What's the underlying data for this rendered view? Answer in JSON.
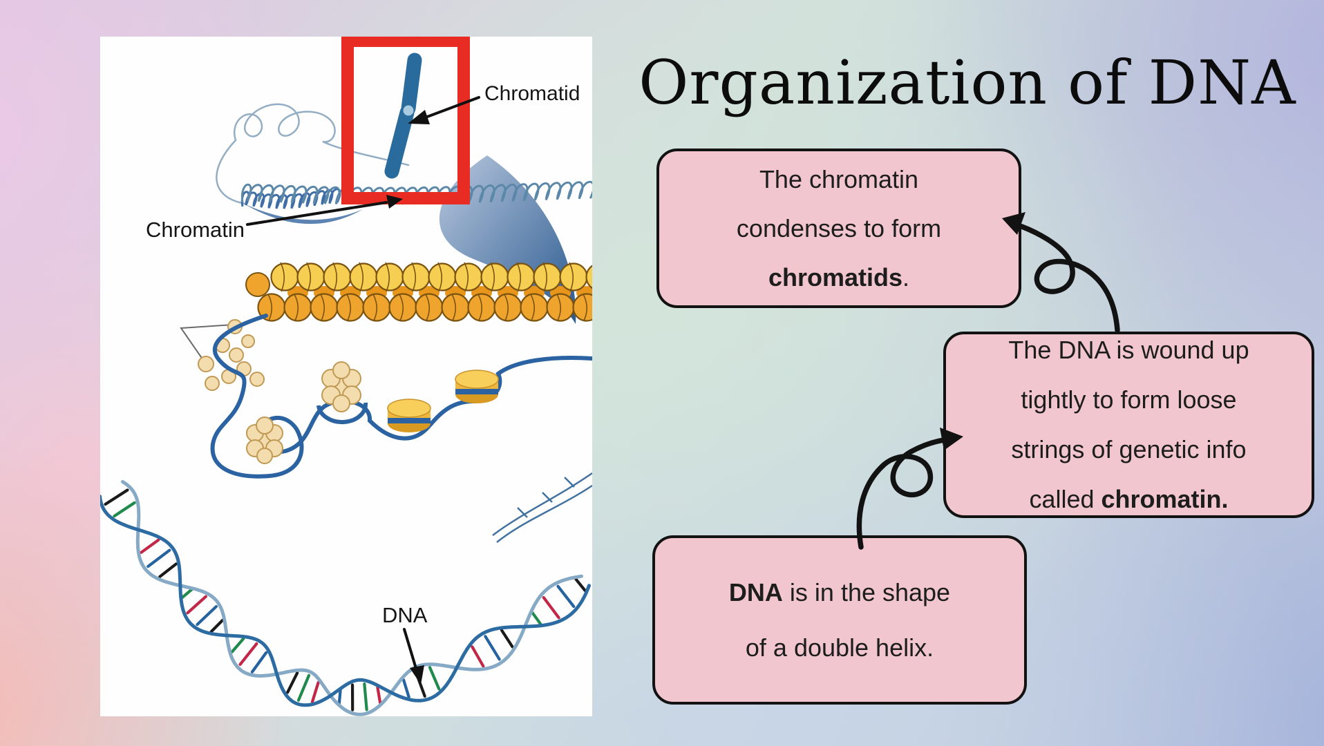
{
  "title": "Organization of DNA",
  "diagram": {
    "labels": {
      "chromatid": "Chromatid",
      "chromatin": "Chromatin",
      "dna": "DNA"
    }
  },
  "boxes": [
    {
      "id": "chromatids",
      "lines": [
        [
          {
            "t": "The chromatin"
          }
        ],
        [
          {
            "t": "condenses to form"
          }
        ],
        [
          {
            "t": "chromatids",
            "b": true
          },
          {
            "t": "."
          }
        ]
      ]
    },
    {
      "id": "chromatin",
      "lines": [
        [
          {
            "t": "The DNA is wound up"
          }
        ],
        [
          {
            "t": "tightly to form loose"
          }
        ],
        [
          {
            "t": "strings of genetic info"
          }
        ],
        [
          {
            "t": "called "
          },
          {
            "t": "chromatin.",
            "b": true
          }
        ]
      ]
    },
    {
      "id": "dna",
      "lines": [
        [
          {
            "t": "DNA",
            "b": true
          },
          {
            "t": " is in the shape"
          }
        ],
        [
          {
            "t": "of a double helix."
          }
        ]
      ]
    }
  ],
  "colors": {
    "box_fill": "#f1c6ce",
    "box_border": "#121212",
    "arrow": "#121212",
    "highlight_red": "#e92c23",
    "chromosome_blue": "#2a6b9d",
    "centromere_blue": "#a8cbe0",
    "chromatin_blue": "#5b87a8",
    "chromatin_dark": "#3f6da5",
    "thread_blue": "#93aec4",
    "fiber_yellow": "#f6cf52",
    "fiber_orange": "#efa42e",
    "fiber_wedge": "#e8951c",
    "fiber_outline": "#7a5310",
    "string_blue": "#2a62a2",
    "histone_beige": "#f3dcae",
    "histone_outline": "#c09a55",
    "helix_strand_dark": "#2d6ba3",
    "helix_strand_light": "#86aac6",
    "helix_rungs": [
      "#1a1a1a",
      "#1f8a4c",
      "#c22747",
      "#2563a0"
    ]
  }
}
